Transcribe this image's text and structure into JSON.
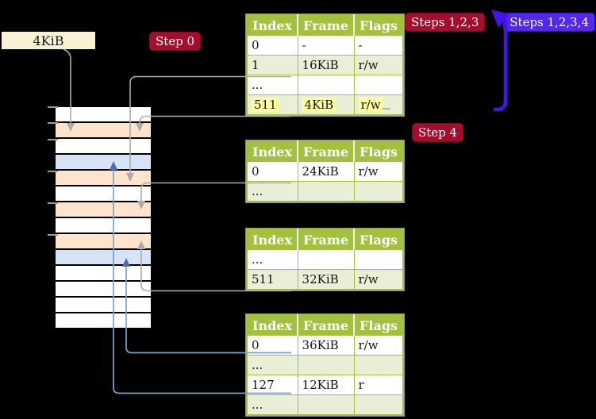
{
  "labels": {
    "page_size": "4KiB"
  },
  "badges": {
    "step0": "Step 0",
    "steps123": "Steps 1,2,3",
    "steps1234": "Steps 1,2,3,4",
    "step4": "Step 4"
  },
  "tables": [
    {
      "headers": [
        "Index",
        "Frame",
        "Flags"
      ],
      "rows": [
        {
          "cells": [
            "0",
            "-",
            "-"
          ],
          "highlight": false
        },
        {
          "cells": [
            "1",
            "16KiB",
            "r/w"
          ],
          "highlight": false
        },
        {
          "cells": [
            "...",
            "",
            ""
          ],
          "highlight": false
        },
        {
          "cells": [
            "511",
            "4KiB",
            "r/w"
          ],
          "highlight": true
        }
      ]
    },
    {
      "headers": [
        "Index",
        "Frame",
        "Flags"
      ],
      "rows": [
        {
          "cells": [
            "0",
            "24KiB",
            "r/w"
          ],
          "highlight": false
        },
        {
          "cells": [
            "...",
            "",
            ""
          ],
          "highlight": false
        }
      ]
    },
    {
      "headers": [
        "Index",
        "Frame",
        "Flags"
      ],
      "rows": [
        {
          "cells": [
            "...",
            "",
            ""
          ],
          "highlight": false
        },
        {
          "cells": [
            "511",
            "32KiB",
            "r/w"
          ],
          "highlight": false
        }
      ]
    },
    {
      "headers": [
        "Index",
        "Frame",
        "Flags"
      ],
      "rows": [
        {
          "cells": [
            "0",
            "36KiB",
            "r/w"
          ],
          "highlight": false
        },
        {
          "cells": [
            "...",
            "",
            ""
          ],
          "highlight": false
        },
        {
          "cells": [
            "127",
            "12KiB",
            "r"
          ],
          "highlight": false
        },
        {
          "cells": [
            "...",
            "",
            ""
          ],
          "highlight": false
        }
      ]
    }
  ],
  "memory": {
    "rows": [
      "white",
      "orange",
      "white",
      "blue",
      "orange",
      "white",
      "orange",
      "white",
      "orange",
      "blue",
      "white",
      "white",
      "white",
      "white"
    ]
  },
  "colors": {
    "header_green": "#a3c13c",
    "row_green": "#e9efd6",
    "highlight_yellow": "#ffff9c",
    "badge_red": "#a50d2d",
    "badge_blue": "#5526f0",
    "arrow_blue": "#4413e6",
    "line_gray": "#ababab",
    "mem_line_blue": "#7da0d0",
    "arrowhead_blue": "#4a6fae",
    "label_cream": "#fbf1d3",
    "mem_white": "#ffffff",
    "mem_orange": "#fde4cb",
    "mem_blue": "#d6e4f6"
  }
}
